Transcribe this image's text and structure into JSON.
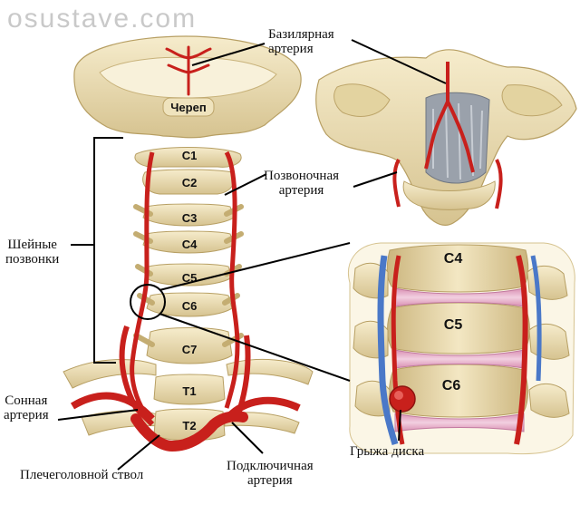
{
  "watermark": "osustave.com",
  "labels": {
    "basilar": [
      "Базилярная",
      "артерия"
    ],
    "vertebral": [
      "Позвоночная",
      "артерия"
    ],
    "cervical": [
      "Шейные",
      "позвонки"
    ],
    "carotid": [
      "Сонная",
      "артерия"
    ],
    "brachiocephalic": "Плечеголовной ствол",
    "subclavian": [
      "Подключичная",
      "артерия"
    ],
    "hernia": "Грыжа диска",
    "skull": "Череп"
  },
  "vertebrae_main": [
    "C1",
    "C2",
    "C3",
    "C4",
    "C5",
    "C6",
    "C7",
    "T1",
    "T2"
  ],
  "vertebrae_detail": [
    "C4",
    "C5",
    "C6"
  ],
  "colors": {
    "bone": "#ece0b6",
    "bone_shadow": "#c9b47c",
    "artery": "#c8201c",
    "vein": "#4a78c8",
    "disc": "#e7b9d0",
    "line": "#000000"
  }
}
